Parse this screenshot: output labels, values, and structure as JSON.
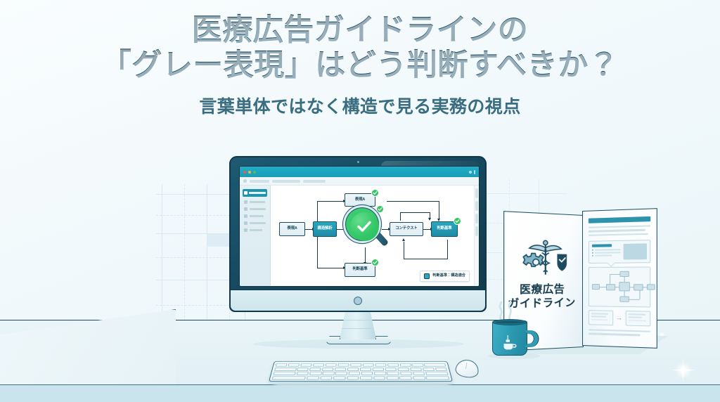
{
  "hero": {
    "title_line_1": "医療広告ガイドラインの",
    "title_line_2": "「グレー表現」はどう判断すべきか？",
    "subtitle": "言葉単体ではなく構造で見る実務の視点",
    "title_color": "#11394b",
    "subtitle_color": "#3a6d80",
    "background_color": "#f2f9fb"
  },
  "monitor": {
    "app": {
      "window_controls": [
        "close-red",
        "minimize-yellow",
        "maximize-green"
      ],
      "titlebar_color": "#1a9cb6",
      "sidebar": {
        "active_item_label": "",
        "placeholder_row_count": 5
      },
      "flowchart": {
        "nodes": [
          {
            "id": "expr-a-left",
            "label": "表現A",
            "style": "plain",
            "checked": false
          },
          {
            "id": "structure-analysis",
            "label": "構造解析",
            "style": "accent",
            "checked": false
          },
          {
            "id": "expr-a-top",
            "label": "表現A",
            "style": "plain",
            "checked": true
          },
          {
            "id": "context",
            "label": "コンテクスト",
            "style": "plain",
            "checked": false
          },
          {
            "id": "criteria-right",
            "label": "判断基準",
            "style": "accent",
            "checked": true
          },
          {
            "id": "criteria-bottom",
            "label": "判断基準",
            "style": "plain",
            "checked": true
          }
        ],
        "magnifier": {
          "state": "pass",
          "icon": "check-icon",
          "color": "#32c760",
          "checked": true
        },
        "legend": {
          "label": "判断基準：構造適合",
          "swatch_color": "#2aa6bf"
        }
      }
    }
  },
  "desk": {
    "keyboard": {
      "row_count": 5
    },
    "mouse": {
      "label": ""
    },
    "mug": {
      "icon": "teacup-icon",
      "color": "#2e9cb4",
      "steam": true
    }
  },
  "book": {
    "cover_title_line_1": "医療広告",
    "cover_title_line_2": "ガイドライン",
    "cover_icon": "caduceus-gear-shield-icon",
    "page_right": {
      "flow_diagram": true,
      "comparison_arrow": "→"
    }
  }
}
